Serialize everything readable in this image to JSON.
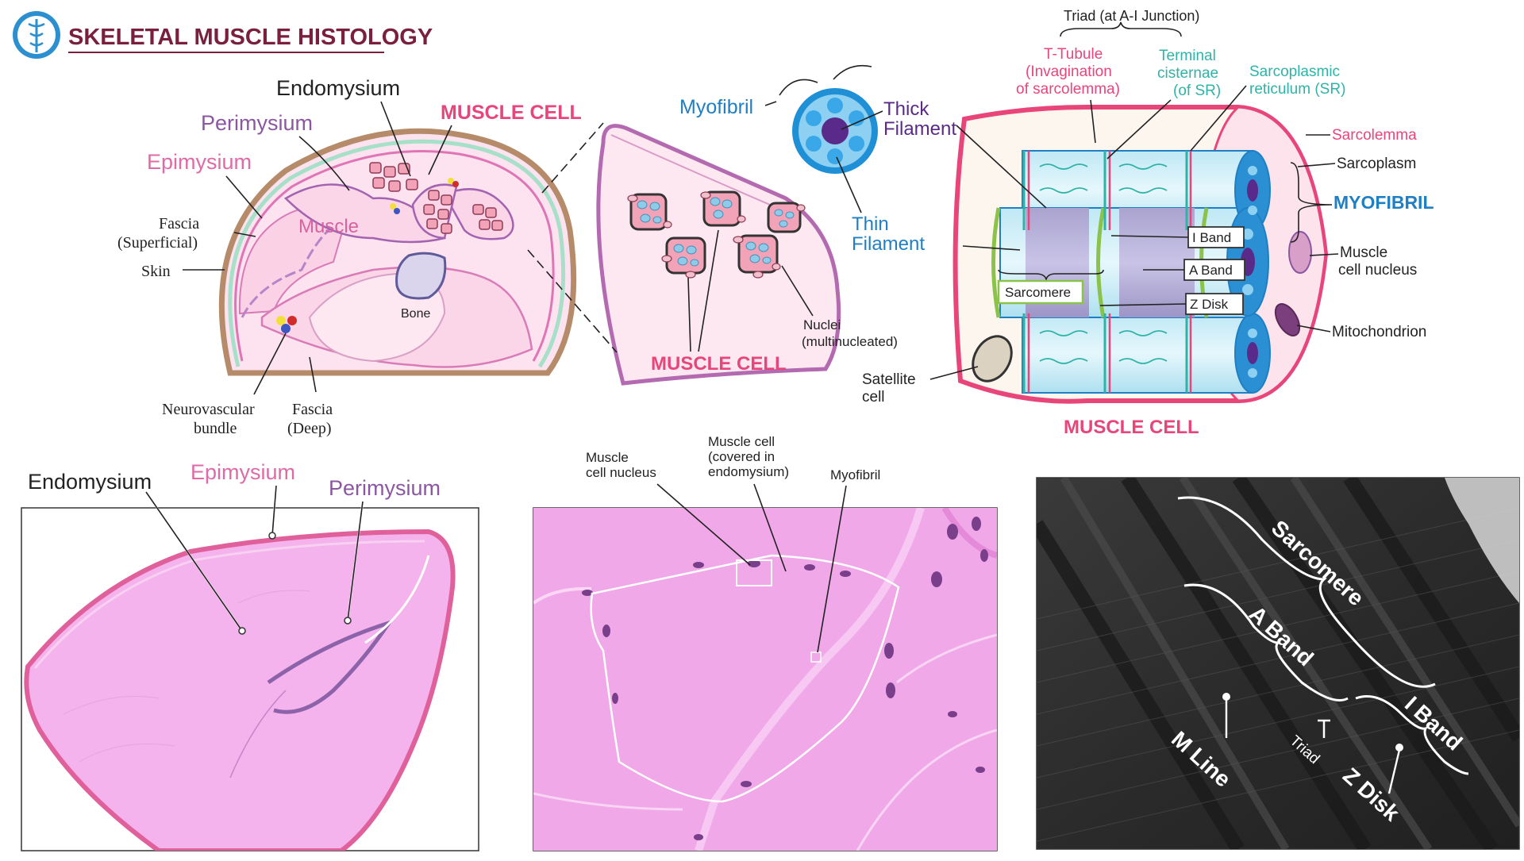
{
  "header": {
    "title": "SKELETAL MUSCLE HISTOLOGY",
    "logo_icon": "caduceus-icon"
  },
  "colors": {
    "title": "#7a1f3d",
    "pink": "#e8457a",
    "magenta": "#d6629f",
    "purple": "#8b57a3",
    "blue": "#1f7fc4",
    "teal": "#2fb3a6",
    "violet": "#5a2a8a",
    "tissue": "#f2a9e8"
  },
  "cross_section": {
    "endomysium": "Endomysium",
    "perimysium": "Perimysium",
    "epimysium": "Epimysium",
    "muscle_cell": "MUSCLE CELL",
    "fascia_sup_1": "Fascia",
    "fascia_sup_2": "(Superficial)",
    "skin": "Skin",
    "muscle": "Muscle",
    "bone": "Bone",
    "nv_1": "Neurovascular",
    "nv_2": "bundle",
    "fascia_deep_1": "Fascia",
    "fascia_deep_2": "(Deep)"
  },
  "fascicle": {
    "myofibril": "Myofibril",
    "thick_1": "Thick",
    "thick_2": "Filament",
    "thin_1": "Thin",
    "thin_2": "Filament",
    "nuclei_1": "Nuclei",
    "nuclei_2": "(multinucleated)",
    "muscle_cell": "MUSCLE CELL"
  },
  "cell": {
    "triad": "Triad (at A-I Junction)",
    "ttub_1": "T-Tubule",
    "ttub_2": "(Invagination",
    "ttub_3": "of sarcolemma)",
    "term_1": "Terminal",
    "term_2": "cisternae",
    "term_3": "(of SR)",
    "sr_1": "Sarcoplasmic",
    "sr_2": "reticulum (SR)",
    "sarcolemma": "Sarcolemma",
    "sarcoplasm": "Sarcoplasm",
    "myofibril": "MYOFIBRIL",
    "nucleus_1": "Muscle",
    "nucleus_2": "cell nucleus",
    "mito": "Mitochondrion",
    "i_band": "I Band",
    "a_band": "A Band",
    "z_disk": "Z Disk",
    "sarcomere": "Sarcomere",
    "satellite_1": "Satellite",
    "satellite_2": "cell",
    "muscle_cell": "MUSCLE CELL"
  },
  "micro1": {
    "endomysium": "Endomysium",
    "epimysium": "Epimysium",
    "perimysium": "Perimysium"
  },
  "micro2": {
    "nucleus_1": "Muscle",
    "nucleus_2": "cell nucleus",
    "covered_1": "Muscle cell",
    "covered_2": "(covered in",
    "covered_3": "endomysium)",
    "myofibril": "Myofibril"
  },
  "em": {
    "sarcomere": "Sarcomere",
    "a_band": "A Band",
    "i_band": "I Band",
    "m_line": "M Line",
    "triad": "Triad",
    "z_disk": "Z Disk"
  }
}
